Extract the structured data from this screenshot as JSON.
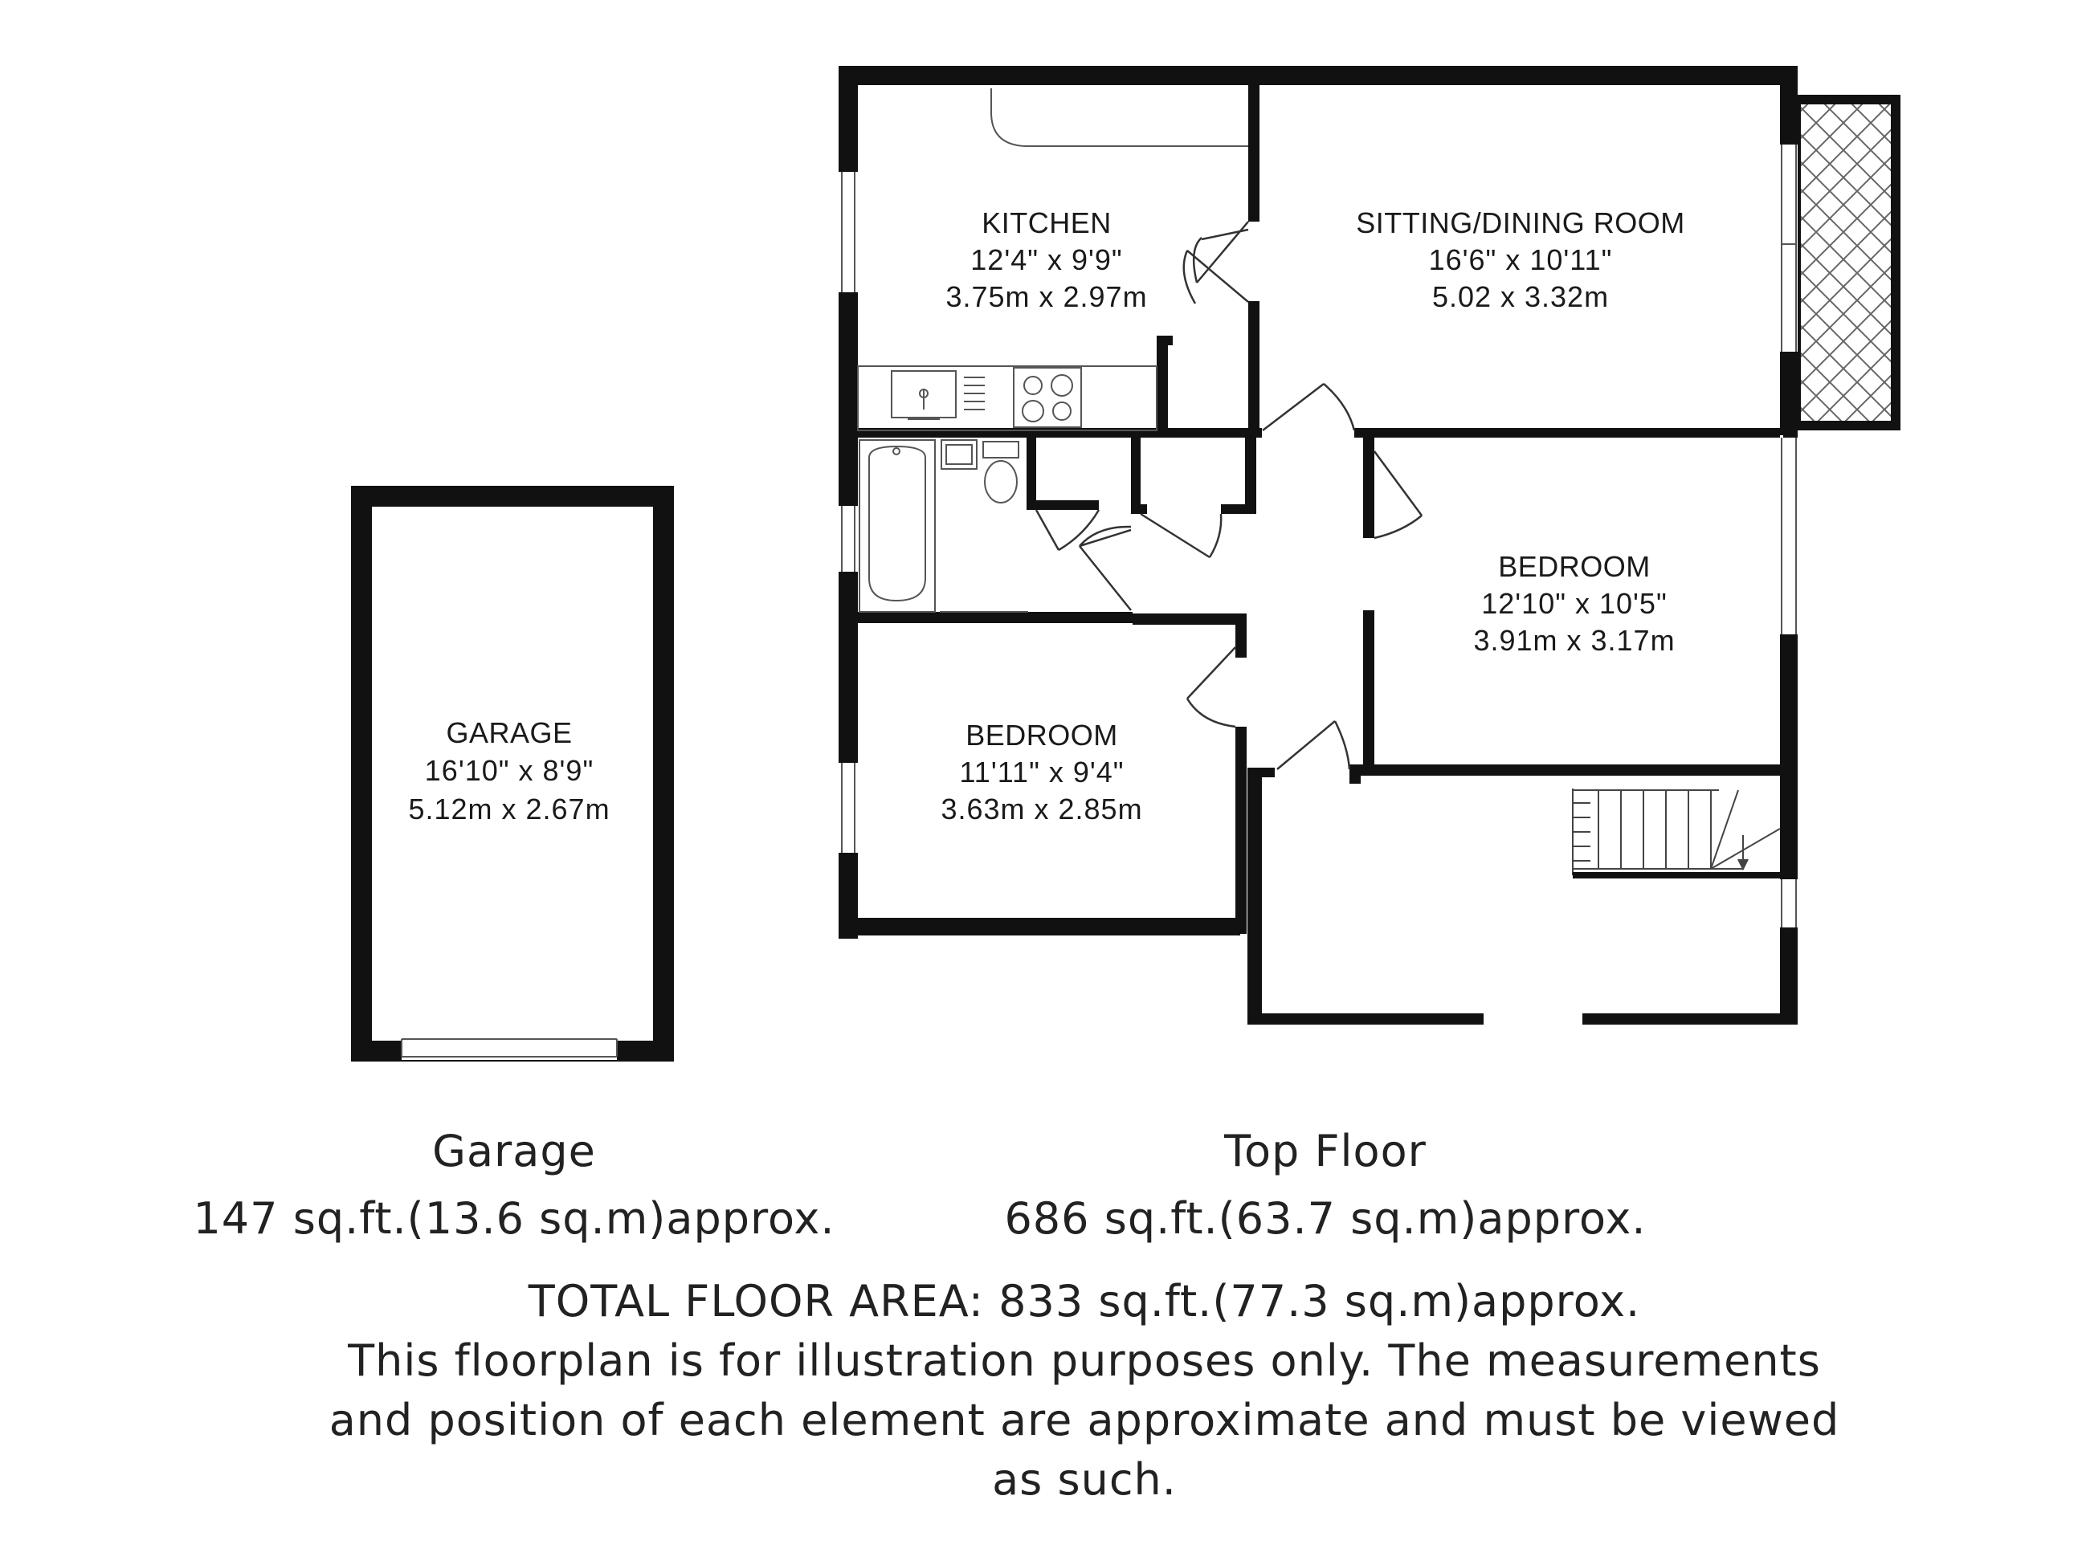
{
  "rooms": {
    "kitchen": {
      "name": "KITCHEN",
      "imperial": "12'4\" x 9'9\"",
      "metric": "3.75m x 2.97m"
    },
    "sitting": {
      "name": "SITTING/DINING ROOM",
      "imperial": "16'6\" x 10'11\"",
      "metric": "5.02 x 3.32m"
    },
    "bedroom_right": {
      "name": "BEDROOM",
      "imperial": "12'10\" x 10'5\"",
      "metric": "3.91m x 3.17m"
    },
    "bedroom_left": {
      "name": "BEDROOM",
      "imperial": "11'11\" x 9'4\"",
      "metric": "3.63m x 2.85m"
    },
    "garage": {
      "name": "GARAGE",
      "imperial": "16'10\" x 8'9\"",
      "metric": "5.12m x 2.67m"
    }
  },
  "floors": {
    "garage": {
      "title": "Garage",
      "area": "147 sq.ft.(13.6 sq.m)approx."
    },
    "top": {
      "title": "Top Floor",
      "area": "686 sq.ft.(63.7 sq.m)approx."
    }
  },
  "footer": {
    "total": "TOTAL FLOOR AREA: 833 sq.ft.(77.3 sq.m)approx.",
    "disclaimer_1": "This floorplan is for illustration purposes only. The measurements",
    "disclaimer_2": "and position of each element are approximate and must be viewed",
    "disclaimer_3": "as such."
  },
  "colors": {
    "wall": "#111111",
    "line": "#555555",
    "text": "#1a1a1a"
  }
}
